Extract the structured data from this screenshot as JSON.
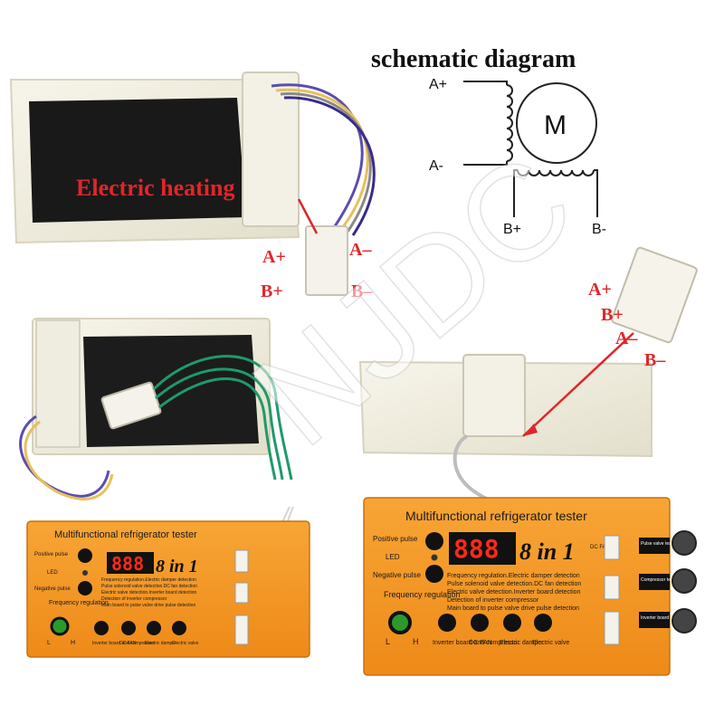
{
  "schematic": {
    "title": "schematic diagram",
    "motor_label": "M",
    "pins": {
      "a_plus": "A+",
      "a_minus": "A-",
      "b_plus": "B+",
      "b_minus": "B-"
    }
  },
  "top_left_photo": {
    "caption": "Electric heating",
    "pins": {
      "a_plus": "A+",
      "a_minus": "A–",
      "b_plus": "B+",
      "b_minus": "B–"
    }
  },
  "right_photo": {
    "pins": {
      "a_plus": "A+",
      "b_plus": "B+",
      "a_minus": "A–",
      "b_minus": "B–"
    }
  },
  "watermark": "NJDC",
  "tester": {
    "title": "Multifunctional refrigerator tester",
    "display": "888",
    "brand": "8 in 1",
    "positive_pulse": "Positive pulse",
    "led": "LED",
    "negative_pulse": "Negative pulse",
    "frequency_regulation": "Frequency regulation",
    "low": "L",
    "high": "H",
    "dc_fan": "DC FAN",
    "electric_valve": "Electric valve",
    "electric_damper": "Electric damper",
    "inverter": "Inverter board and compressor",
    "description": [
      "Frequency regulation.Electric damper detection",
      "Pulse solenoid valve detection.DC fan detection",
      "Electric valve detection.Inverter board detection",
      "Detection of inverter compressor",
      "Main board to pulse valve drive pulse detection"
    ],
    "side_tags": {
      "pulse_valve": "Pulse valve test wire",
      "compressor": "Compressor test wire",
      "inverter_board": "Inverter board test wire"
    }
  },
  "colors": {
    "panel_orange": "#f59a23",
    "label_red": "#e0262a",
    "display_red": "#ff2a1a"
  }
}
